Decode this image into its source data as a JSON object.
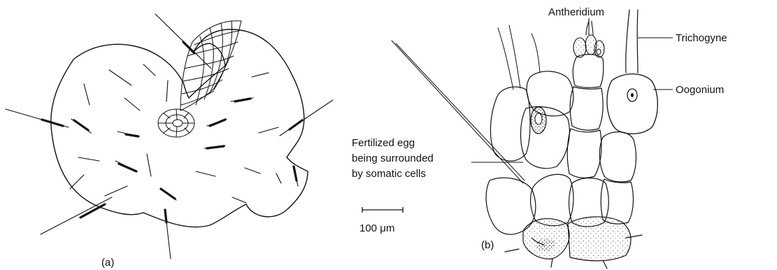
{
  "panel_a": {
    "label": "(a)",
    "scale_bar": "100 μm"
  },
  "panel_b": {
    "label": "(b)",
    "labels": {
      "antheridium": "Antheridium",
      "trichogyne": "Trichogyne",
      "oogonium": "Oogonium",
      "fertilized_line1": "Fertilized egg",
      "fertilized_line2": "being surrounded",
      "fertilized_line3": "by somatic cells"
    }
  }
}
